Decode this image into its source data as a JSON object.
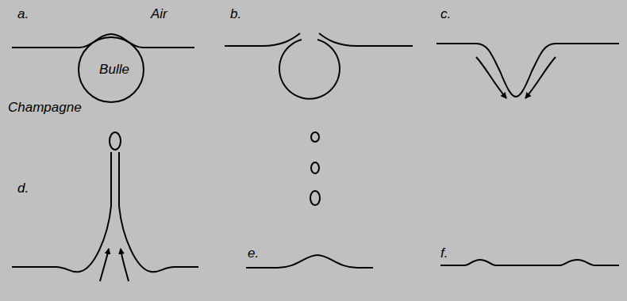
{
  "diagram": {
    "nodes": [
      {
        "text": [
          "Bulle"
        ]
      }
    ],
    "labels": [
      "a.",
      "Air",
      "b.",
      "c.",
      "Champagne",
      "d.",
      "e.",
      "f."
    ]
  }
}
